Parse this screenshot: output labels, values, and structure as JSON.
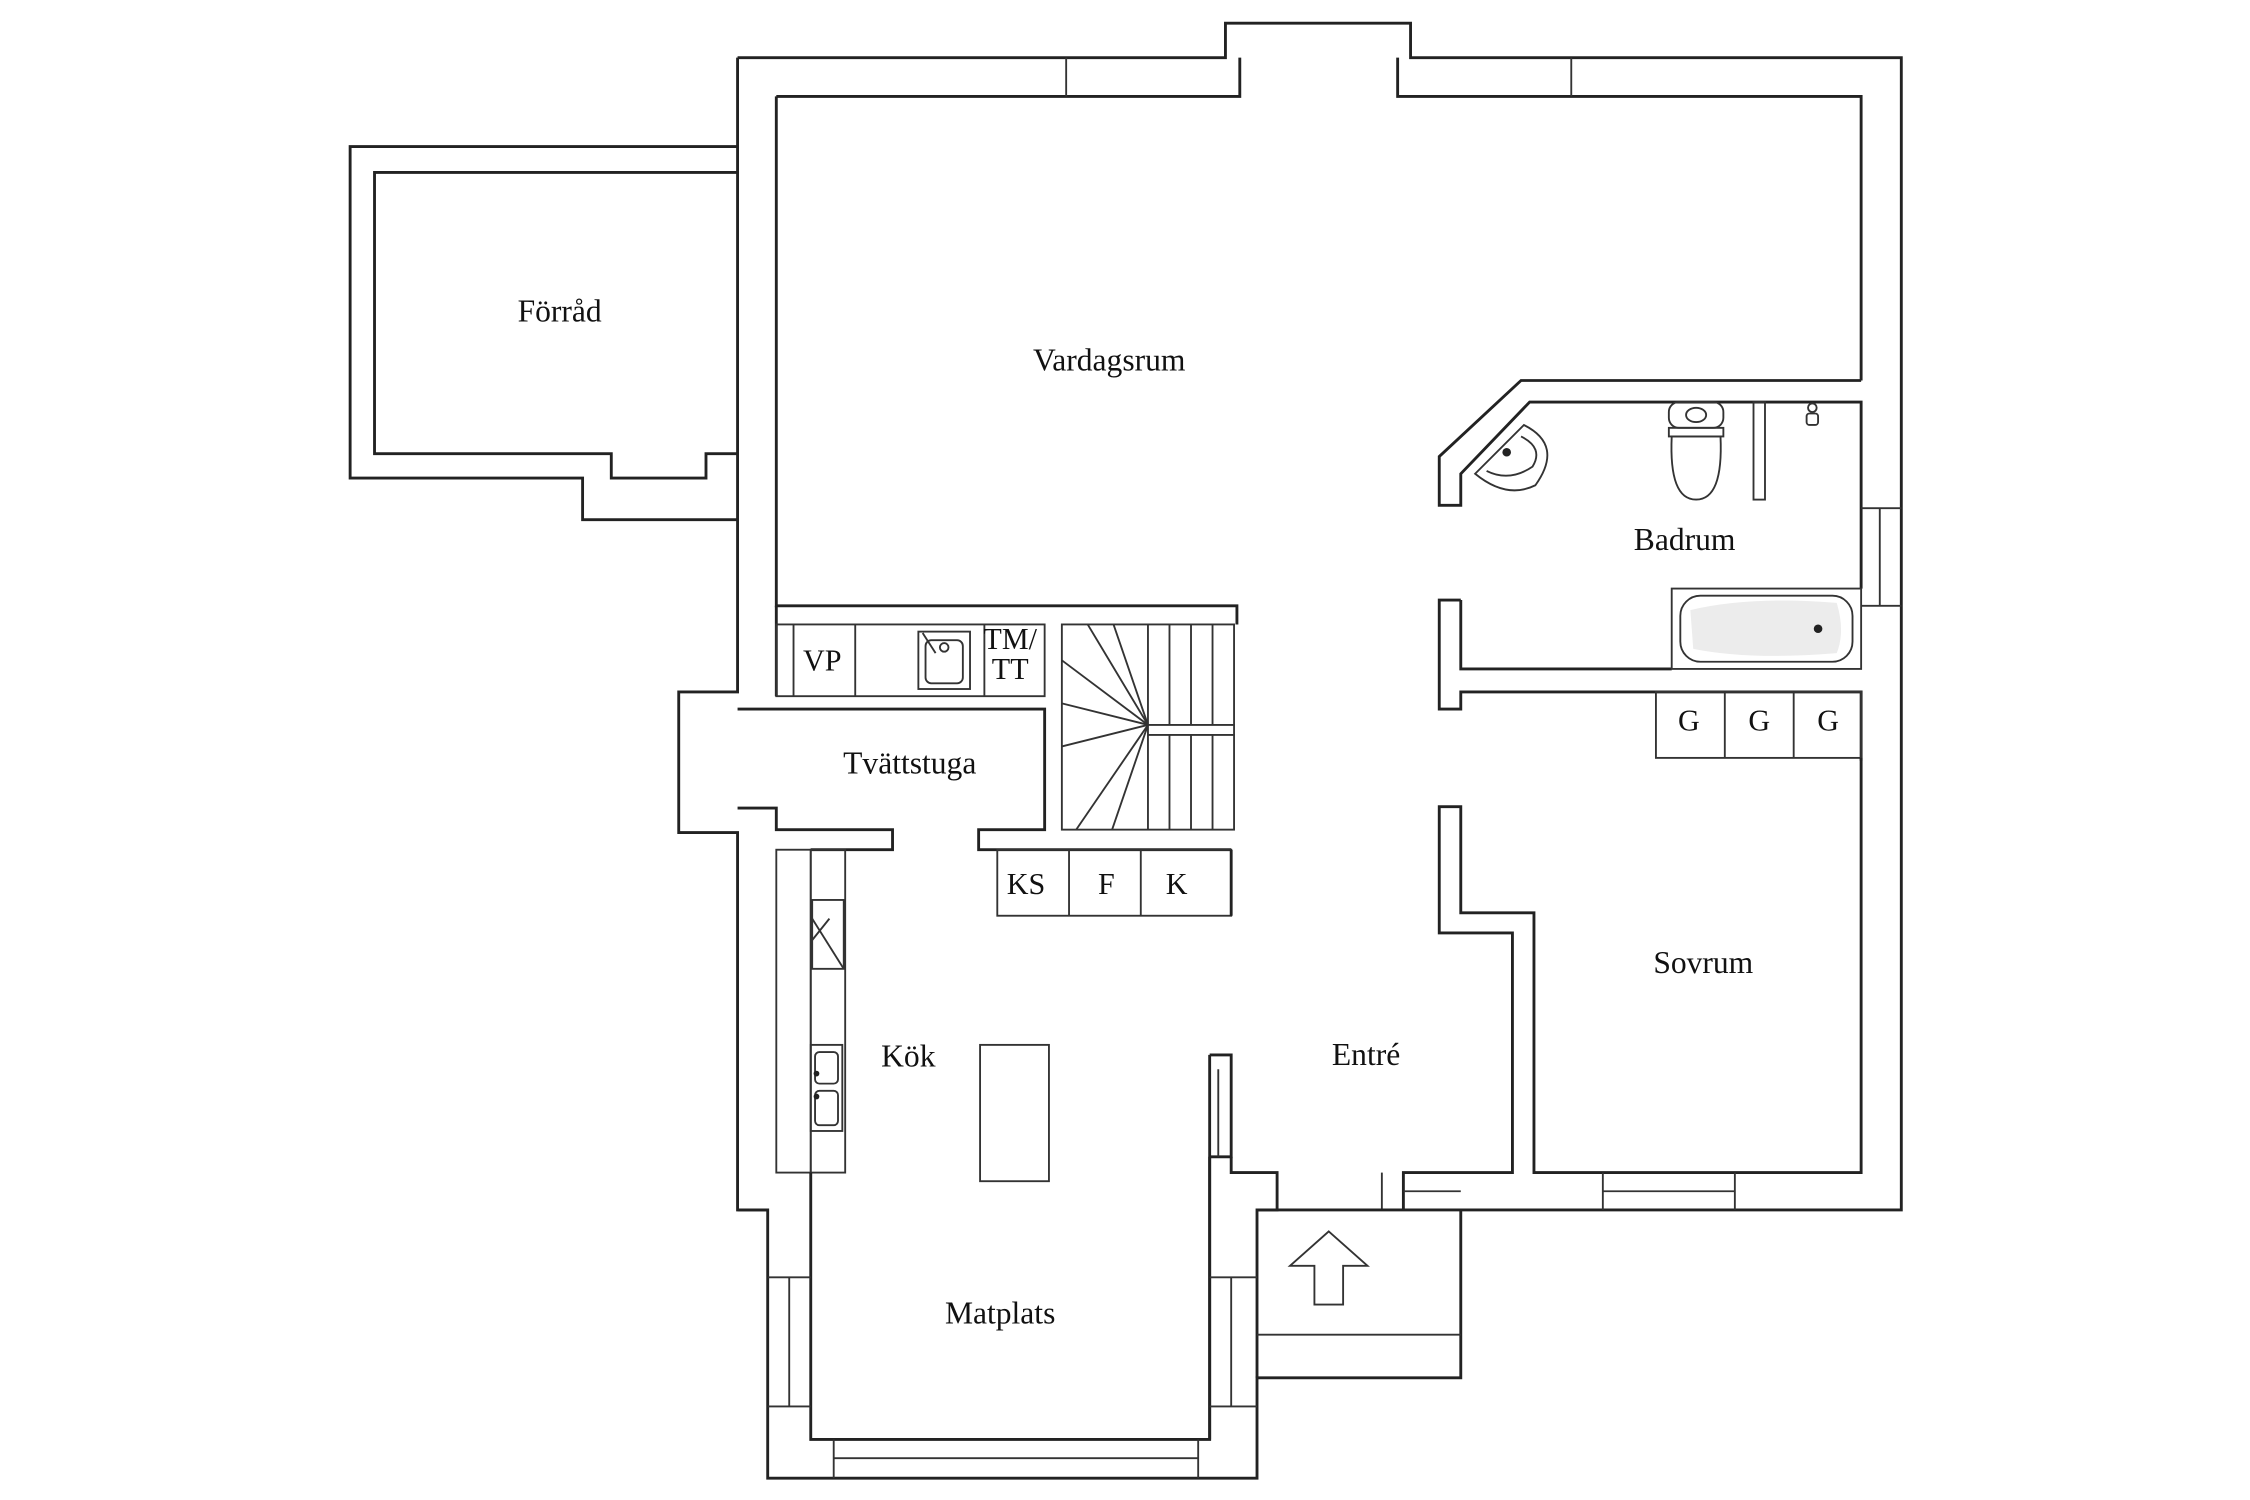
{
  "rooms": {
    "forrad": "Förråd",
    "vardagsrum": "Vardagsrum",
    "badrum": "Badrum",
    "tvattstuga": "Tvättstuga",
    "kok": "Kök",
    "entre": "Entré",
    "sovrum": "Sovrum",
    "matplats": "Matplats"
  },
  "fixtures": {
    "vp": "VP",
    "tm_line1": "TM/",
    "tm_line2": "TT",
    "ks": "KS",
    "f": "F",
    "k": "K",
    "g": "G"
  }
}
